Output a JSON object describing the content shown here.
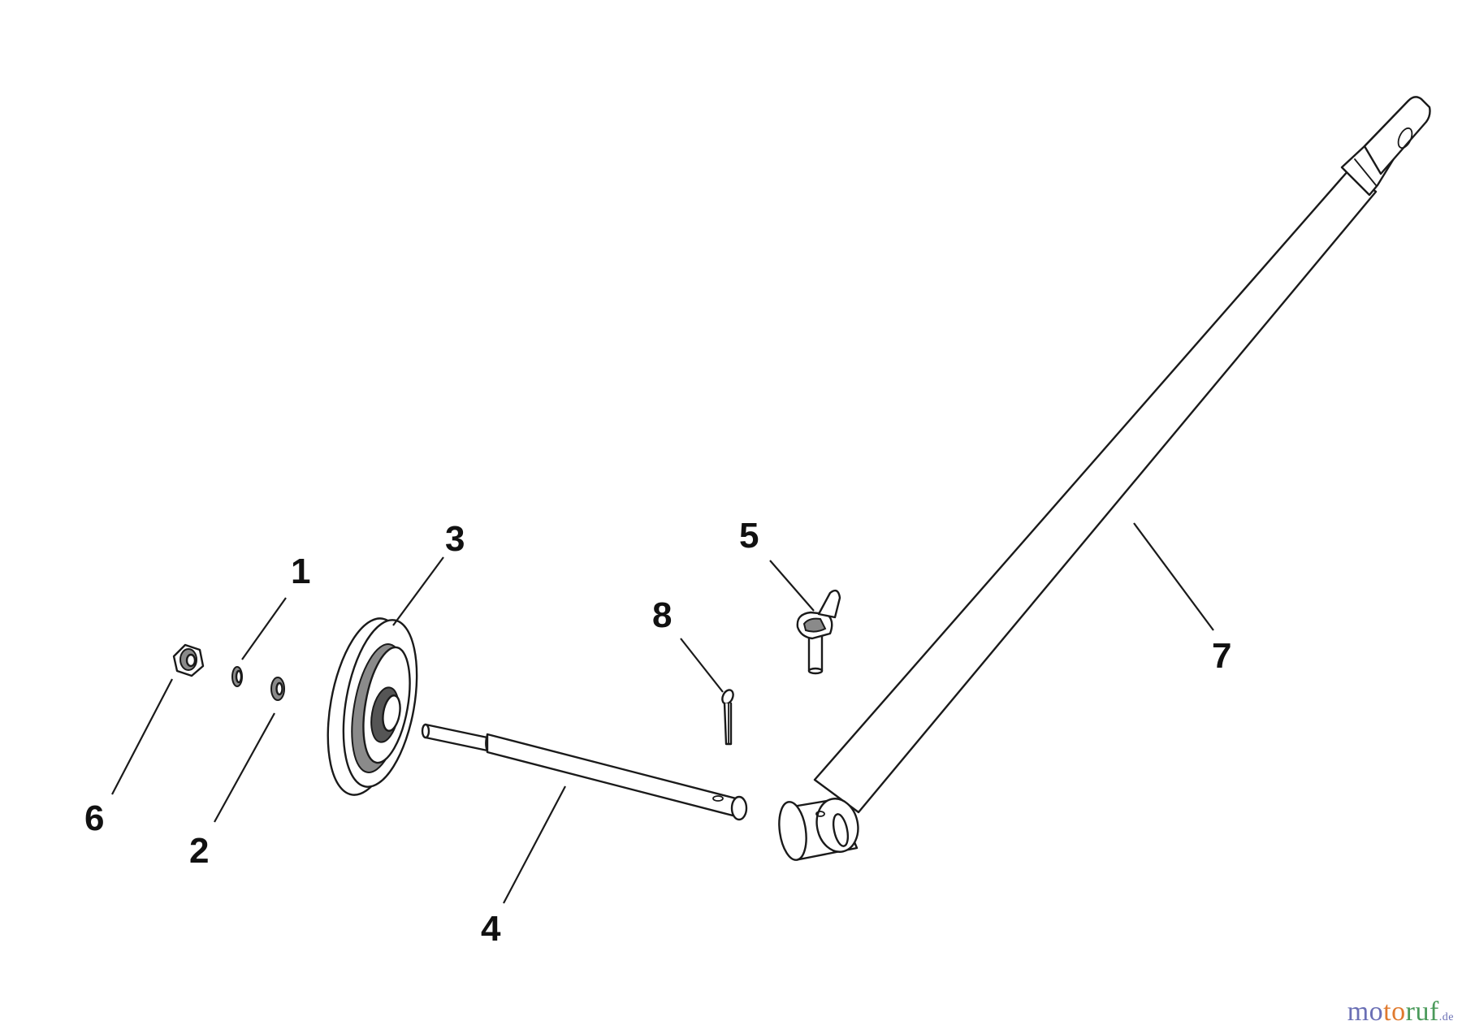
{
  "diagram": {
    "callouts": {
      "c1": "1",
      "c2": "2",
      "c3": "3",
      "c4": "4",
      "c5": "5",
      "c6": "6",
      "c7": "7",
      "c8": "8"
    }
  },
  "watermark": {
    "mo": "mo",
    "to": "to",
    "ruf": "ruf",
    "de": ".de"
  },
  "colors": {
    "line": "#1a1a1a",
    "background": "#ffffff",
    "watermark_blue": "#6a6fb5",
    "watermark_orange": "#e07a2e",
    "watermark_green": "#4a9a5a"
  }
}
